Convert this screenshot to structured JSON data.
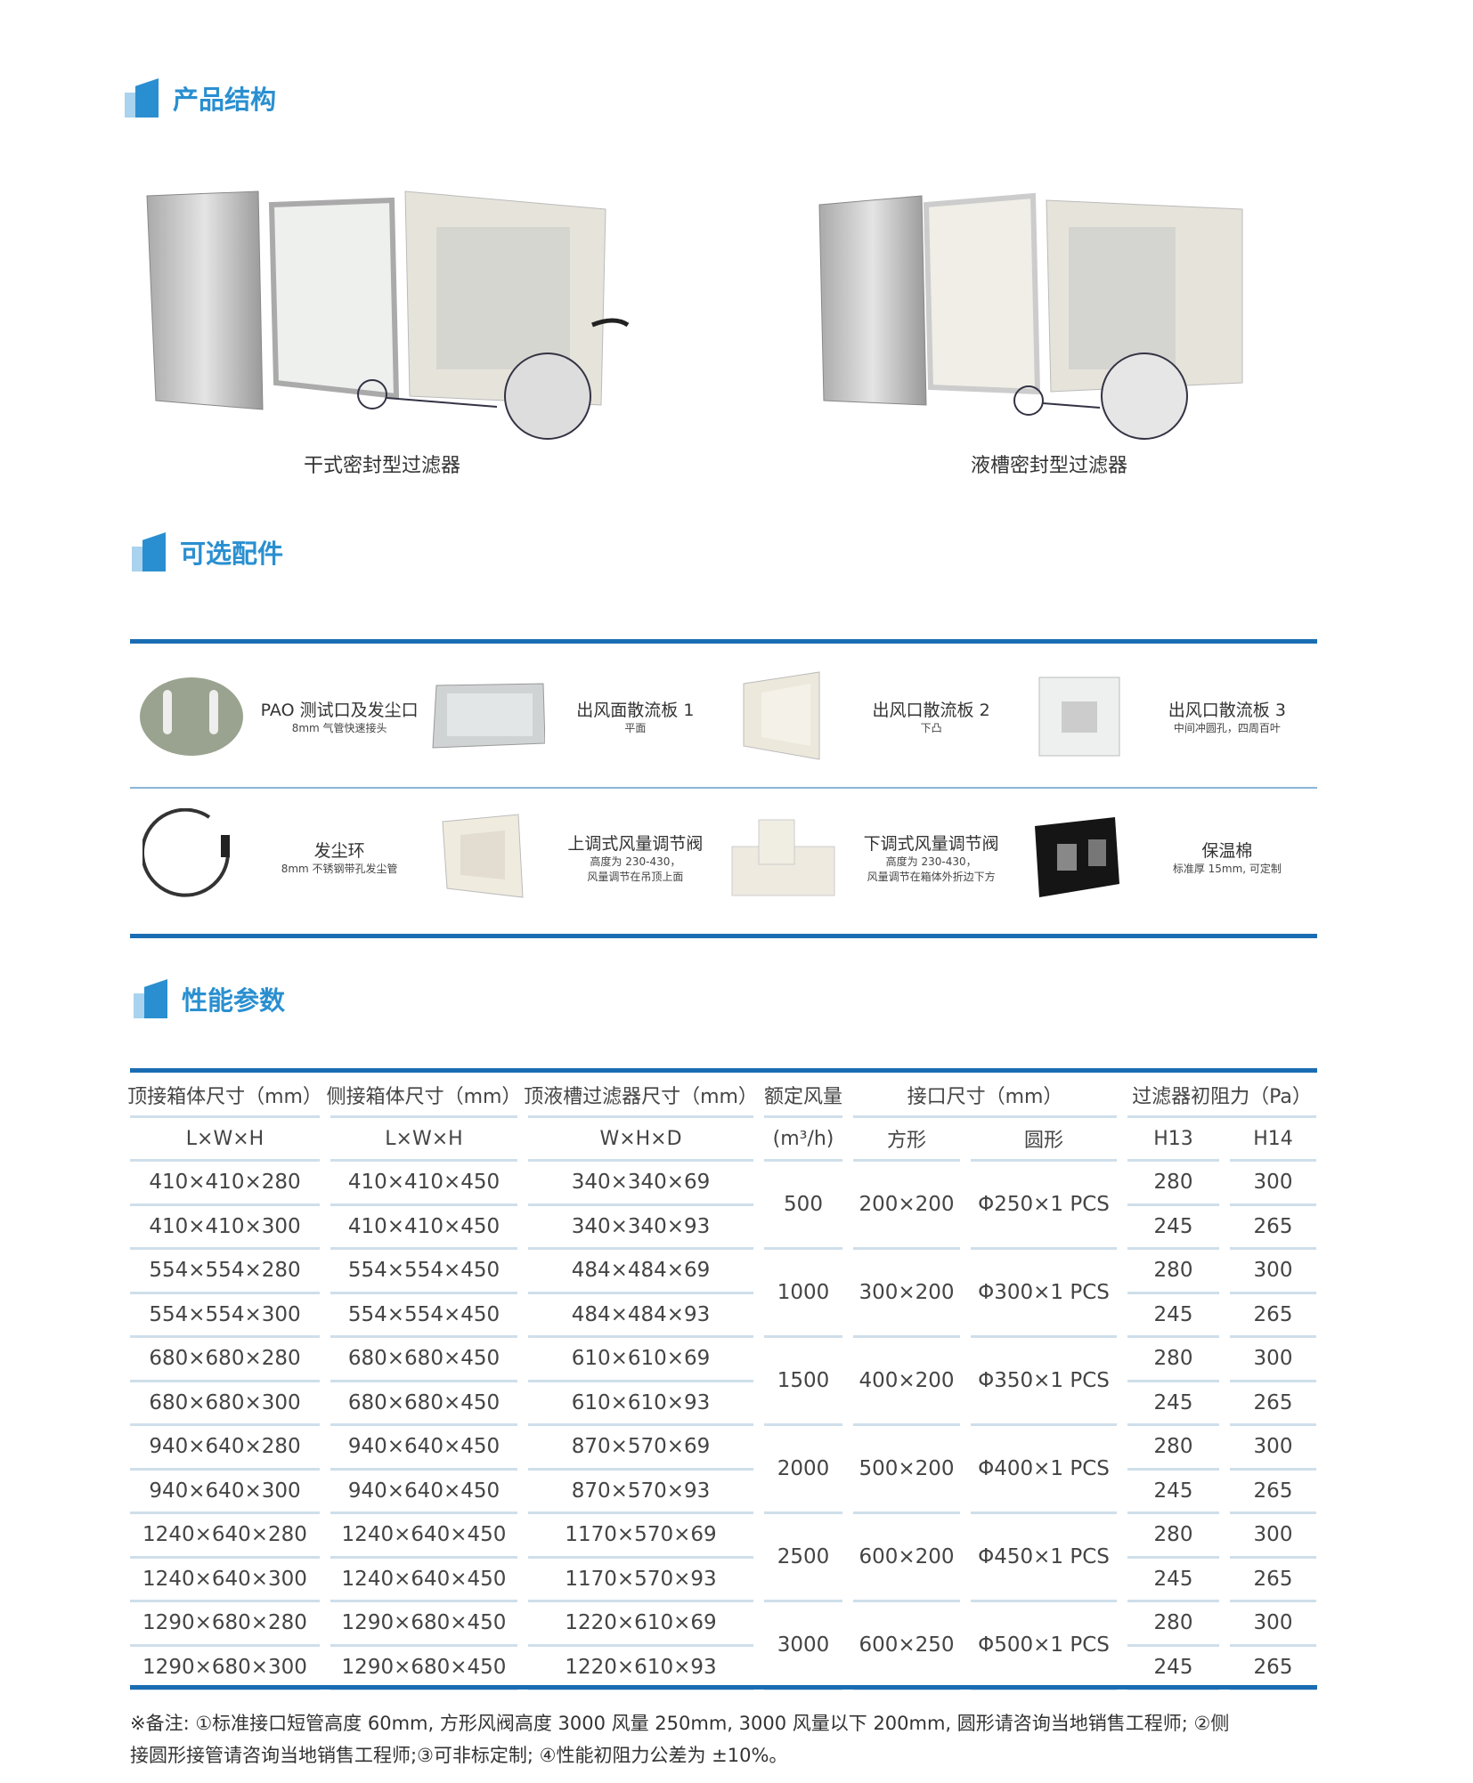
{
  "sections": {
    "structure": "产品结构",
    "accessories": "可选配件",
    "performance": "性能参数"
  },
  "products": [
    {
      "caption": "干式密封型过滤器"
    },
    {
      "caption": "液槽密封型过滤器"
    }
  ],
  "accessories": [
    {
      "label": "PAO 测试口及发尘口",
      "sub": "8mm 气管快速接头"
    },
    {
      "label": "出风面散流板 1",
      "sub": "平面"
    },
    {
      "label": "出风口散流板 2",
      "sub": "下凸"
    },
    {
      "label": "出风口散流板 3",
      "sub": "中间冲圆孔，四周百叶"
    },
    {
      "label": "发尘环",
      "sub": "8mm 不锈钢带孔发尘管"
    },
    {
      "label": "上调式风量调节阀",
      "sub": "高度为 230-430，\n风量调节在吊顶上面"
    },
    {
      "label": "下调式风量调节阀",
      "sub": "高度为 230-430，\n风量调节在箱体外折边下方"
    },
    {
      "label": "保温棉",
      "sub": "标准厚 15mm, 可定制"
    }
  ],
  "table": {
    "header1": [
      "顶接箱体尺寸（mm）",
      "侧接箱体尺寸（mm）",
      "顶液槽过滤器尺寸（mm）",
      "额定风量",
      "接口尺寸（mm）",
      "过滤器初阻力（Pa）"
    ],
    "header2": [
      "L×W×H",
      "L×W×H",
      "W×H×D",
      "(m³/h)",
      "方形",
      "圆形",
      "H13",
      "H14"
    ],
    "rows": [
      [
        "410×410×280",
        "410×410×450",
        "340×340×69",
        "280",
        "300"
      ],
      [
        "410×410×300",
        "410×410×450",
        "340×340×93",
        "245",
        "265"
      ],
      [
        "554×554×280",
        "554×554×450",
        "484×484×69",
        "280",
        "300"
      ],
      [
        "554×554×300",
        "554×554×450",
        "484×484×93",
        "245",
        "265"
      ],
      [
        "680×680×280",
        "680×680×450",
        "610×610×69",
        "280",
        "300"
      ],
      [
        "680×680×300",
        "680×680×450",
        "610×610×93",
        "245",
        "265"
      ],
      [
        "940×640×280",
        "940×640×450",
        "870×570×69",
        "280",
        "300"
      ],
      [
        "940×640×300",
        "940×640×450",
        "870×570×93",
        "245",
        "265"
      ],
      [
        "1240×640×280",
        "1240×640×450",
        "1170×570×69",
        "280",
        "300"
      ],
      [
        "1240×640×300",
        "1240×640×450",
        "1170×570×93",
        "245",
        "265"
      ],
      [
        "1290×680×280",
        "1290×680×450",
        "1220×610×69",
        "280",
        "300"
      ],
      [
        "1290×680×300",
        "1290×680×450",
        "1220×610×93",
        "245",
        "265"
      ]
    ],
    "groups": [
      [
        "500",
        "200×200",
        "Φ250×1 PCS"
      ],
      [
        "1000",
        "300×200",
        "Φ300×1 PCS"
      ],
      [
        "1500",
        "400×200",
        "Φ350×1 PCS"
      ],
      [
        "2000",
        "500×200",
        "Φ400×1 PCS"
      ],
      [
        "2500",
        "600×200",
        "Φ450×1 PCS"
      ],
      [
        "3000",
        "600×250",
        "Φ500×1 PCS"
      ]
    ]
  },
  "notes": [
    "※备注: ①标准接口短管高度 60mm, 方形风阀高度 3000 风量 250mm, 3000 风量以下 200mm, 圆形请咨询当地销售工程师; ②侧",
    "接圆形接管请咨询当地销售工程师;③可非标定制; ④性能初阻力公差为 ±10%。"
  ],
  "colors": {
    "accent": "#2a8fd0",
    "rule": "#1a6db3"
  }
}
